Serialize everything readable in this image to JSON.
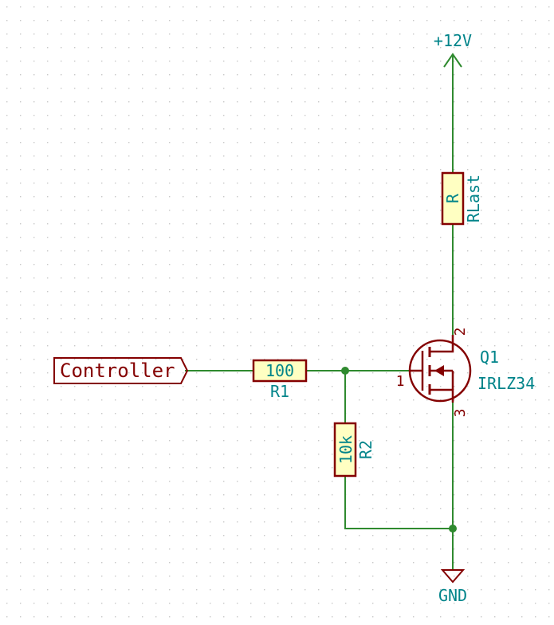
{
  "colors": {
    "background": "#ffffff",
    "grid_dot": "#c8c8c8",
    "wire": "#2f8a2f",
    "component": "#840000",
    "component_fill": "#ffffc2",
    "reference_text": "#00848a",
    "label_text": "#840000",
    "junction": "#2f8a2f"
  },
  "power": {
    "supply_label": "+12V",
    "ground_label": "GND"
  },
  "input_port": {
    "label": "Controller"
  },
  "components": {
    "r1": {
      "value": "100",
      "reference": "R1"
    },
    "r2": {
      "value": "10k",
      "reference": "R2"
    },
    "rlast": {
      "value": "R",
      "reference": "RLast"
    },
    "q1": {
      "reference": "Q1",
      "part": "IRLZ34",
      "pin_gate": "1",
      "pin_drain": "2",
      "pin_source": "3"
    }
  }
}
